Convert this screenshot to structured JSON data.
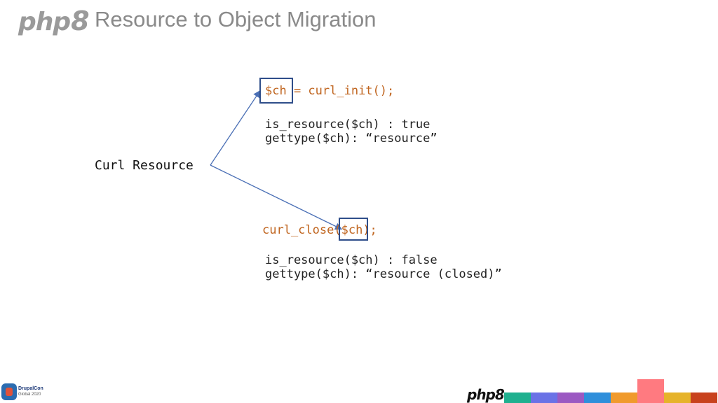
{
  "header": {
    "logo_text": "php",
    "logo_version": "8",
    "title": "Resource to Object Migration"
  },
  "diagram": {
    "left_label": "Curl Resource",
    "block_init": {
      "var": "$ch",
      "rest": " = curl_init();",
      "line1": "is_resource($ch) : true",
      "line2": "gettype($ch): “resource”"
    },
    "block_close": {
      "prefix": "curl_close(",
      "var": "$ch",
      "suffix": ");",
      "line1": "is_resource($ch) : false",
      "line2": "gettype($ch): “resource (closed)”"
    }
  },
  "footer": {
    "logo_text": "php",
    "logo_version": "8",
    "event_badge_line1": "DrupalCon",
    "event_badge_line2": "Global 2020",
    "strip_colors": [
      "#1fb08f",
      "#6a72e6",
      "#9b59c2",
      "#2f8fdb",
      "#f09a2c",
      "#ff7a80",
      "#e6b32a",
      "#c8421d"
    ]
  },
  "colors": {
    "code_orange": "#c0651f",
    "box_stroke": "#2f4e8a",
    "arrow": "#4a6fb5",
    "title_gray": "#8a8a8a"
  }
}
